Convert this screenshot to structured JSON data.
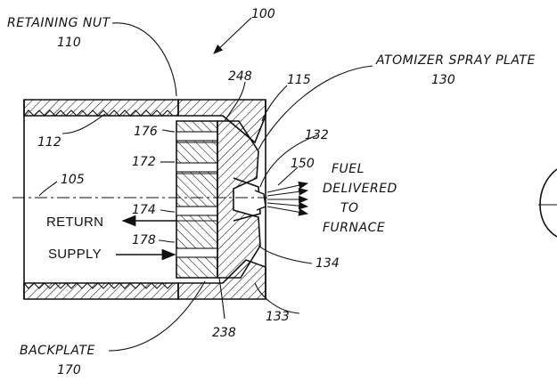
{
  "figure_ref": "100",
  "labels": {
    "retaining_nut": "RETAINING NUT",
    "retaining_nut_num": "110",
    "atomizer": "ATOMIZER SPRAY PLATE",
    "atomizer_num": "130",
    "backplate": "BACKPLATE",
    "backplate_num": "170",
    "fuel_line1": "FUEL",
    "fuel_line2": "DELIVERED",
    "fuel_line3": "TO",
    "fuel_line4": "FURNACE",
    "return": "RETURN",
    "supply": "SUPPLY"
  },
  "ref_numbers": {
    "n248": "248",
    "n115": "115",
    "n112": "112",
    "n176": "176",
    "n132": "132",
    "n172": "172",
    "n150": "150",
    "n105": "105",
    "n174": "174",
    "n178": "178",
    "n134": "134",
    "n133": "133",
    "n238": "238"
  }
}
